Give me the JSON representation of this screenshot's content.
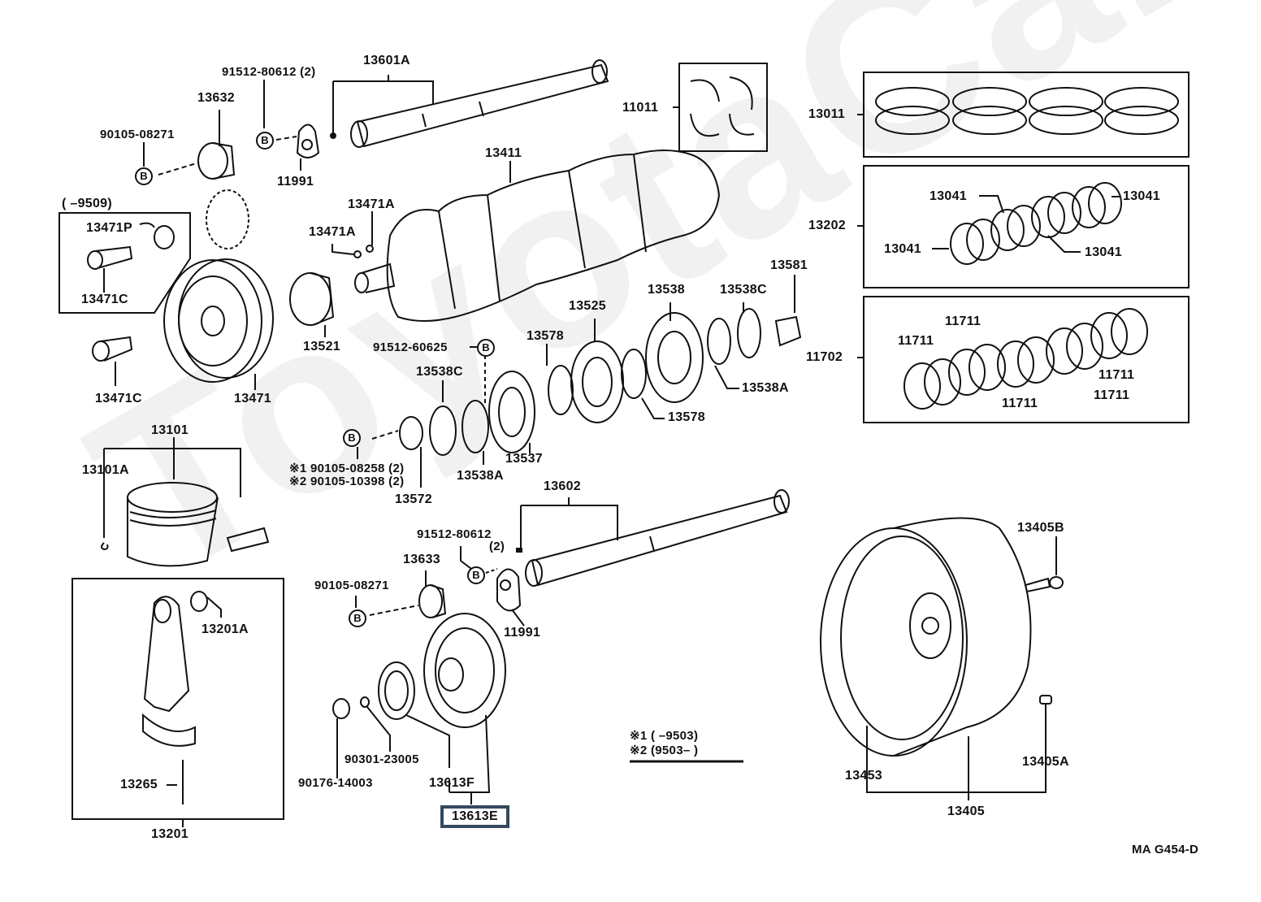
{
  "diagram": {
    "title": "Crankshaft & Piston Parts Diagram",
    "watermark": "ToyotaCarMine",
    "drawing_code": "MA  G454-D",
    "highlight_color": "#34495e",
    "bolt_marker": "B",
    "labels": {
      "p13601A": "13601A",
      "p91512_80612_top": "91512-80612 (2)",
      "p13632": "13632",
      "p90105_08271_top": "90105-08271",
      "p11991_top": "11991",
      "p11011": "11011",
      "p13011": "13011",
      "p13411": "13411",
      "p13471A_1": "13471A",
      "p13471A_2": "13471A",
      "range_9509": "(        –9509)",
      "p13471P": "13471P",
      "p13471C_box": "13471C",
      "p13471C": "13471C",
      "p13471": "13471",
      "p13521": "13521",
      "p13202": "13202",
      "p13041_a": "13041",
      "p13041_b": "13041",
      "p13041_c": "13041",
      "p13041_d": "13041",
      "p13581": "13581",
      "p13538": "13538",
      "p13538C_top": "13538C",
      "p13525": "13525",
      "p91512_60625": "91512-60625",
      "p13578_top": "13578",
      "p13538C_left": "13538C",
      "p13538A_right": "13538A",
      "p13578_right": "13578",
      "p13537": "13537",
      "p13538A_left": "13538A",
      "p13572": "13572",
      "p11702": "11702",
      "p11711_a": "11711",
      "p11711_b": "11711",
      "p11711_c": "11711",
      "p11711_d": "11711",
      "p11711_e": "11711",
      "p13101": "13101",
      "p13101A": "13101A",
      "note1_part": "※1 90105-08258 (2)",
      "note2_part": "※2 90105-10398 (2)",
      "p13602": "13602",
      "p91512_80612_bot": "91512-80612",
      "p91512_80612_bot_qty": "(2)",
      "p13633": "13633",
      "p90105_08271_bot": "90105-08271",
      "p11991_bot": "11991",
      "p13201A": "13201A",
      "p13265": "13265",
      "p13201": "13201",
      "p90176_14003": "90176-14003",
      "p90301_23005": "90301-23005",
      "p13613F": "13613F",
      "p13613E": "13613E",
      "legend_1": "※1 (        –9503)",
      "legend_2": "※2 (9503–        )",
      "p13405B": "13405B",
      "p13405A": "13405A",
      "p13453": "13453",
      "p13405": "13405"
    }
  }
}
